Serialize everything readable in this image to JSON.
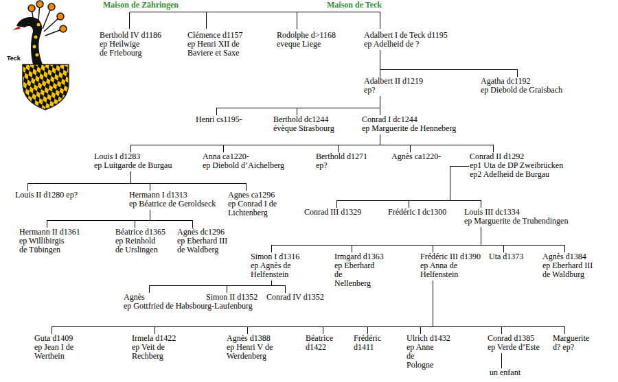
{
  "diagram": {
    "nodes": [
      {
        "text": [
          "Berthold IV d1186",
          "ep Heilwige de Friebourg"
        ]
      },
      {
        "text": [
          "Clémence d1157",
          "ep Henri XII de Baviere et Saxe"
        ]
      },
      {
        "text": [
          "Rodolphe d>1168",
          "eveque Liege"
        ]
      },
      {
        "text": [
          "Adalbert I de Teck d1195",
          "ep Adelheid de ?"
        ]
      },
      {
        "text": [
          "Adalbert II d1219",
          "ep?"
        ]
      },
      {
        "text": [
          "Agatha dc1192",
          "ep Diebold de Graisbach"
        ]
      },
      {
        "text": [
          "Henri cs1195-"
        ]
      },
      {
        "text": [
          "Berthold dc1244",
          "évèque Strasbourg"
        ]
      },
      {
        "text": [
          "Conrad I dc1244",
          "ep Marguerite de Henneberg"
        ]
      },
      {
        "text": [
          "Louis I d1283",
          "ep Luitgarde de Burgau"
        ]
      },
      {
        "text": [
          "Anna ca1220-",
          "ep Diebold d’Aichelberg"
        ]
      },
      {
        "text": [
          "Berthold d1271",
          "ep?"
        ]
      },
      {
        "text": [
          "Agnès ca1220-"
        ]
      },
      {
        "text": [
          "Conrad II d1292",
          "ep1 Uta de DP Zweibrücken",
          "ep2 Adelheid de Burgau"
        ]
      },
      {
        "text": [
          "Louis II d1280 ep?"
        ]
      },
      {
        "text": [
          "Hermann I d1313",
          "ep Béatrice de Geroldseck"
        ]
      },
      {
        "text": [
          "Agnes ca1296",
          "ep Conrad I de Lichtenberg"
        ]
      },
      {
        "text": [
          "Conrad III d1329"
        ]
      },
      {
        "text": [
          "Frédéric I dc1300"
        ]
      },
      {
        "text": [
          "Louis III dc1334",
          "ep Marguerite de Truhendingen"
        ]
      },
      {
        "text": [
          "Hermann II d1361",
          "ep Willibirgis de Tübingen"
        ]
      },
      {
        "text": [
          "Béatrice d1365",
          "ep Reinhold de Urslingen"
        ]
      },
      {
        "text": [
          "Agnès dc1296",
          "ep Eberhard III de Waldberg"
        ]
      },
      {
        "text": [
          "Simon I d1316",
          "ep Agnès de Helfenstein"
        ]
      },
      {
        "text": [
          "Irmgard d1363",
          "ep Eberhard de Nellenberg"
        ]
      },
      {
        "text": [
          "Frédéric III d1390",
          "ep Anna de Helfenstein"
        ]
      },
      {
        "text": [
          "Uta d1373"
        ]
      },
      {
        "text": [
          "Agnès d1384",
          "ep Eberhard III de Waldburg"
        ]
      },
      {
        "text": [
          "Agnès",
          "ep Gottfried de Habsbourg-Laufenburg"
        ]
      },
      {
        "text": [
          "Simon II d1352"
        ]
      },
      {
        "text": [
          "Conrad IV d1352"
        ]
      },
      {
        "text": [
          "Guta d1409",
          "ep Jean I de Werthein"
        ]
      },
      {
        "text": [
          "Irmela d1422",
          "ep Veit de Rechberg"
        ]
      },
      {
        "text": [
          "Agnès d1388",
          "ep Henri V de Werdenberg"
        ]
      },
      {
        "text": [
          "Béatrice d1422"
        ]
      },
      {
        "text": [
          "Frédéric d1411"
        ]
      },
      {
        "text": [
          "Ulrich d1432",
          "ep Anne de Pologne"
        ]
      },
      {
        "text": [
          "Conrad d1385",
          "ep Verde d’Este"
        ]
      },
      {
        "text": [
          "un enfant"
        ]
      },
      {
        "text": [
          "Marguerite d? ep?"
        ]
      }
    ],
    "edges": [
      {
        "from": 3,
        "to": 4,
        "arrow": "none"
      },
      {
        "from": 3,
        "to": 5,
        "arrow": "none"
      },
      {
        "from": 4,
        "to": 6,
        "arrow": "none"
      },
      {
        "from": 4,
        "to": 7,
        "arrow": "none"
      },
      {
        "from": 4,
        "to": 8,
        "arrow": "none"
      },
      {
        "from": 8,
        "to": 9,
        "arrow": "none"
      },
      {
        "from": 8,
        "to": 10,
        "arrow": "none"
      },
      {
        "from": 8,
        "to": 11,
        "arrow": "none"
      },
      {
        "from": 8,
        "to": 12,
        "arrow": "none"
      },
      {
        "from": 8,
        "to": 13,
        "arrow": "none"
      },
      {
        "from": 9,
        "to": 14,
        "arrow": "none"
      },
      {
        "from": 9,
        "to": 15,
        "arrow": "none"
      },
      {
        "from": 9,
        "to": 16,
        "arrow": "none"
      },
      {
        "from": 13,
        "to": 17,
        "arrow": "none"
      },
      {
        "from": 13,
        "to": 18,
        "arrow": "none"
      },
      {
        "from": 13,
        "to": 19,
        "arrow": "none"
      },
      {
        "from": 15,
        "to": 20,
        "arrow": "none"
      },
      {
        "from": 15,
        "to": 21,
        "arrow": "none"
      },
      {
        "from": 15,
        "to": 22,
        "arrow": "none"
      },
      {
        "from": 19,
        "to": 23,
        "arrow": "none"
      },
      {
        "from": 19,
        "to": 24,
        "arrow": "none"
      },
      {
        "from": 19,
        "to": 25,
        "arrow": "none"
      },
      {
        "from": 19,
        "to": 26,
        "arrow": "none"
      },
      {
        "from": 19,
        "to": 27,
        "arrow": "none"
      },
      {
        "from": 23,
        "to": 28,
        "arrow": "none"
      },
      {
        "from": 23,
        "to": 29,
        "arrow": "none"
      },
      {
        "from": 23,
        "to": 30,
        "arrow": "none"
      },
      {
        "from": 25,
        "to": 31,
        "arrow": "none"
      },
      {
        "from": 25,
        "to": 32,
        "arrow": "none"
      },
      {
        "from": 25,
        "to": 33,
        "arrow": "none"
      },
      {
        "from": 25,
        "to": 34,
        "arrow": "none"
      },
      {
        "from": 25,
        "to": 35,
        "arrow": "none"
      },
      {
        "from": 25,
        "to": 36,
        "arrow": "none"
      },
      {
        "from": 25,
        "to": 37,
        "arrow": "none"
      },
      {
        "from": 25,
        "to": 39,
        "arrow": "none"
      },
      {
        "from": 37,
        "to": 38,
        "arrow": "none"
      }
    ],
    "labels": [
      "Maison de Zähringen",
      "Maison de Teck",
      "Teck"
    ]
  }
}
